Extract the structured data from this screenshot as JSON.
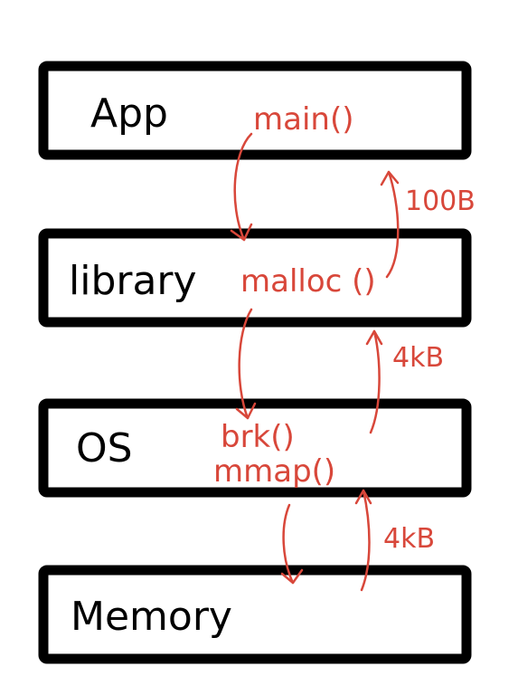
{
  "layers": [
    {
      "label": "App",
      "call": "main()"
    },
    {
      "label": "library",
      "call": "malloc ()"
    },
    {
      "label": "OS",
      "call": "brk()",
      "call2": "mmap()"
    },
    {
      "label": "Memory"
    }
  ],
  "sizes": {
    "library_to_app": "100B",
    "os_to_library": "4kB",
    "memory_to_os": "4kB"
  },
  "colors": {
    "box_stroke": "#000000",
    "annotation": "#d8473a"
  }
}
